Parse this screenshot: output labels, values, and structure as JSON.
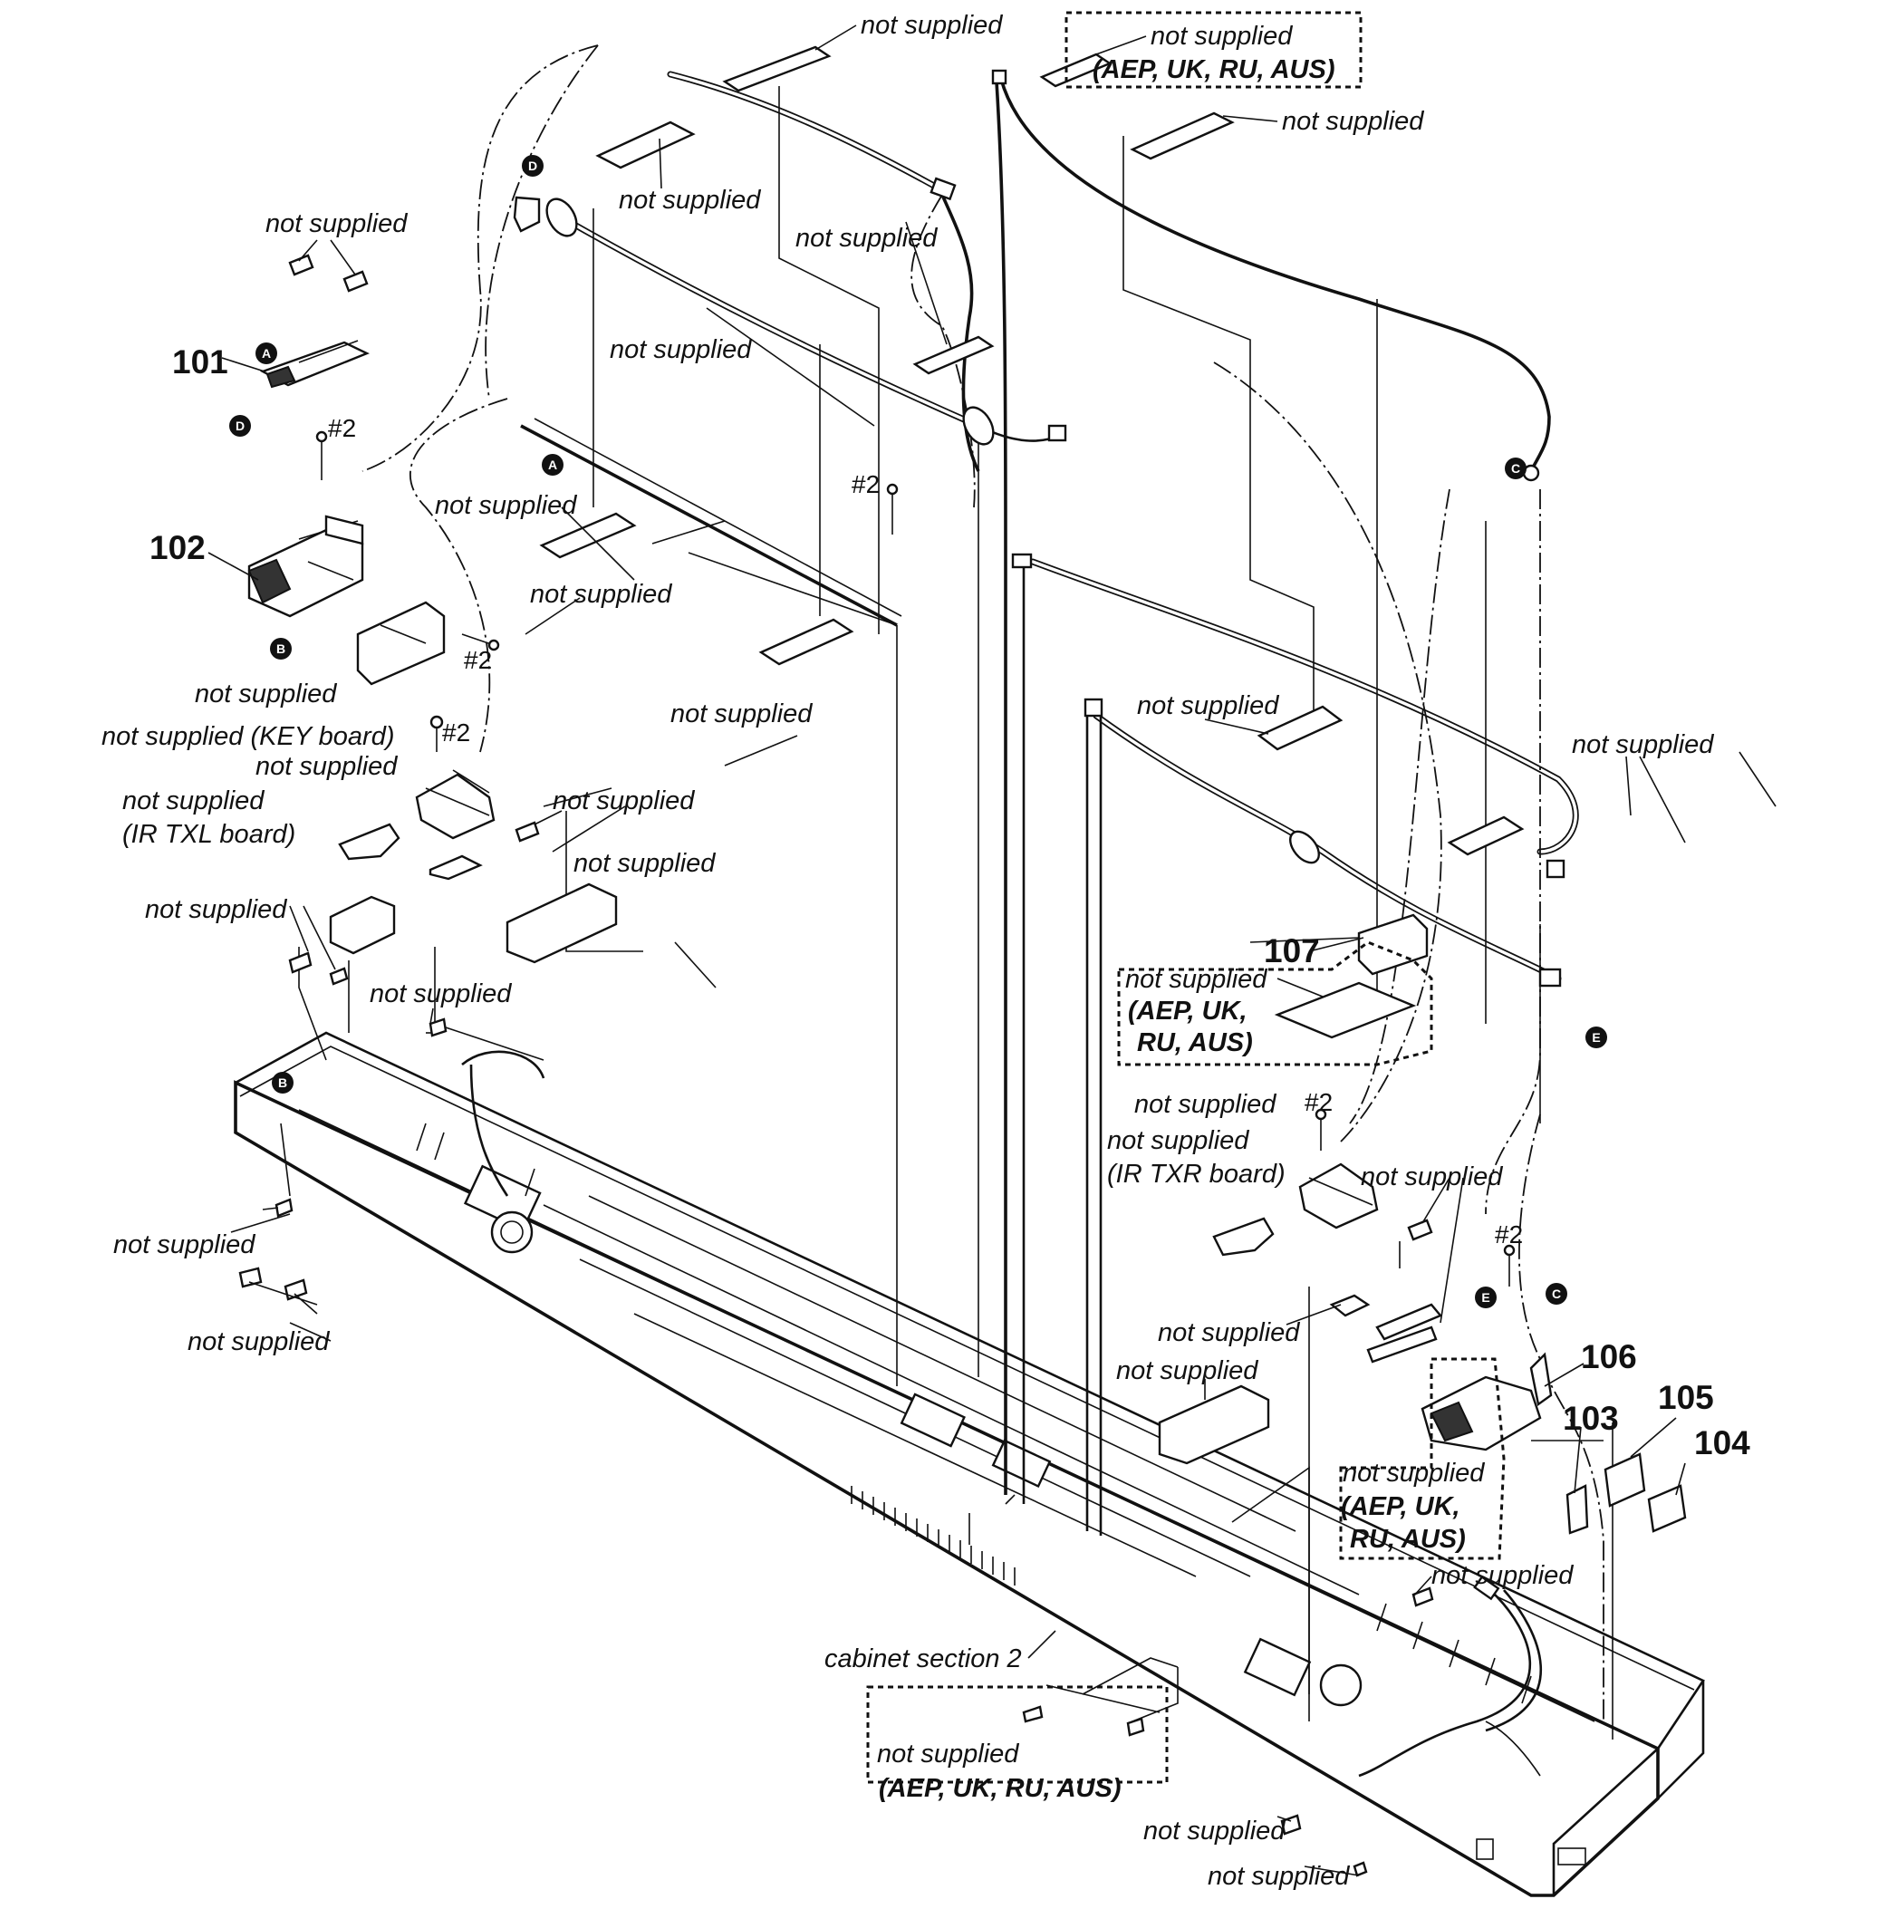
{
  "diagram": {
    "part_numbers": [
      "101",
      "102",
      "103",
      "104",
      "105",
      "106",
      "107"
    ],
    "markers": [
      "A",
      "B",
      "C",
      "D",
      "E"
    ],
    "screw_label": "#2",
    "labels": {
      "not_supplied": "not supplied",
      "region_aep_uk_ru_aus": "(AEP, UK, RU, AUS)",
      "region_aep_uk": "(AEP, UK,",
      "region_ru_aus": "RU, AUS)",
      "key_board": "not supplied (KEY board)",
      "ir_txl_line1": "not supplied",
      "ir_txl_line2": "(IR TXL board)",
      "ir_txr": "not supplied",
      "ir_txr_line2": "(IR TXR board)",
      "cabinet_section": "cabinet section 2"
    }
  }
}
